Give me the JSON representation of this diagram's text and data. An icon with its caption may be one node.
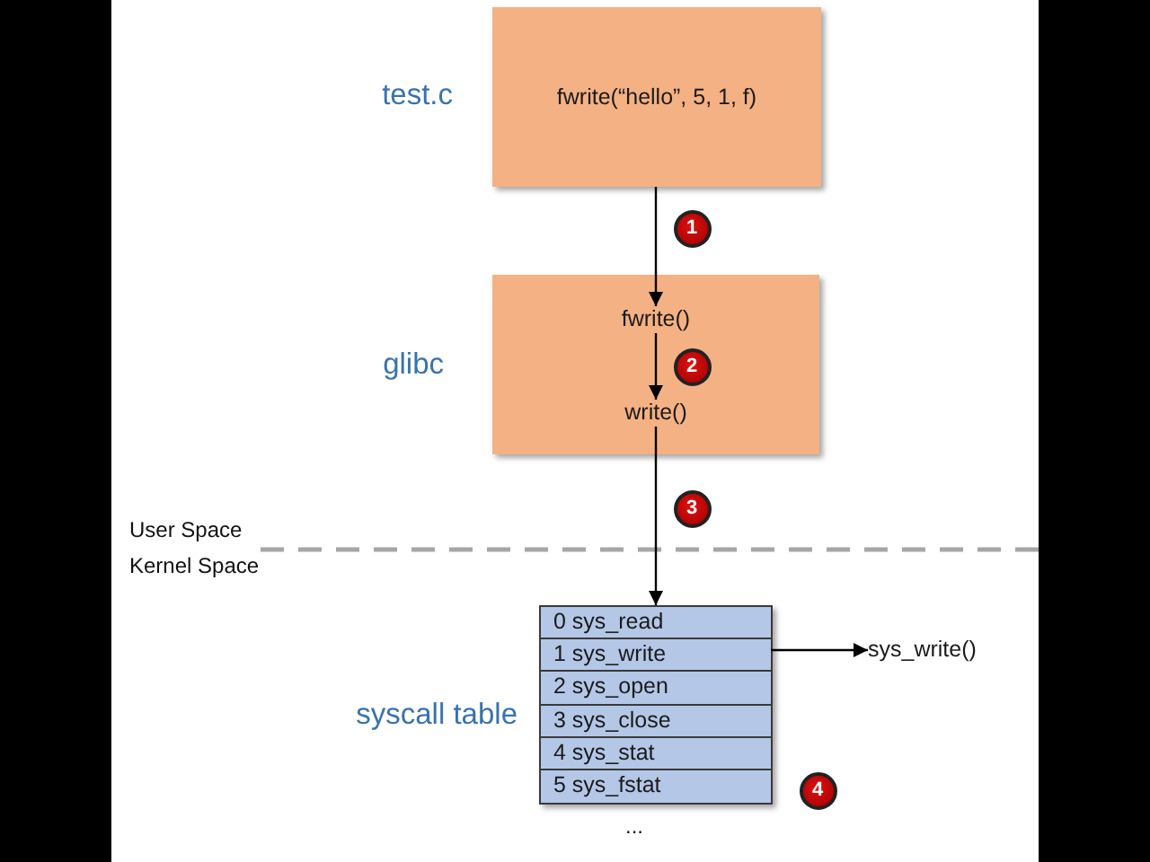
{
  "diagram": {
    "nodes": [
      {
        "text": [
          "fwrite(“hello”, 5, 1, f)"
        ],
        "beside": [
          "test.c"
        ]
      },
      {
        "text": [],
        "shape": "box",
        "beside": [
          "glibc"
        ]
      },
      {
        "text": [
          "fwrite()"
        ],
        "in": 1
      },
      {
        "text": [
          "write()"
        ],
        "in": 1
      },
      {
        "text": [],
        "shape": "box",
        "beside": [
          "syscall table"
        ]
      },
      {
        "text": [
          "0 sys_read"
        ],
        "in": 4
      },
      {
        "text": [
          "1 sys_write"
        ],
        "in": 4
      },
      {
        "text": [
          "2 sys_open"
        ],
        "in": 4
      },
      {
        "text": [
          "3 sys_close"
        ],
        "in": 4
      },
      {
        "text": [
          "4 sys_stat"
        ],
        "in": 4
      },
      {
        "text": [
          "5 sys_fstat"
        ],
        "in": 4
      },
      {
        "text": [
          "sys_write()"
        ]
      }
    ],
    "edges": [
      {
        "from": 0,
        "to": 2,
        "arrow": "to"
      },
      {
        "from": 2,
        "to": 3,
        "arrow": "to"
      },
      {
        "from": 3,
        "to": 4,
        "arrow": "to"
      },
      {
        "from": 6,
        "to": 11,
        "arrow": "to"
      }
    ],
    "labels": [
      "1",
      "2",
      "3",
      "User Space",
      "Kernel Space",
      "4",
      "..."
    ]
  }
}
